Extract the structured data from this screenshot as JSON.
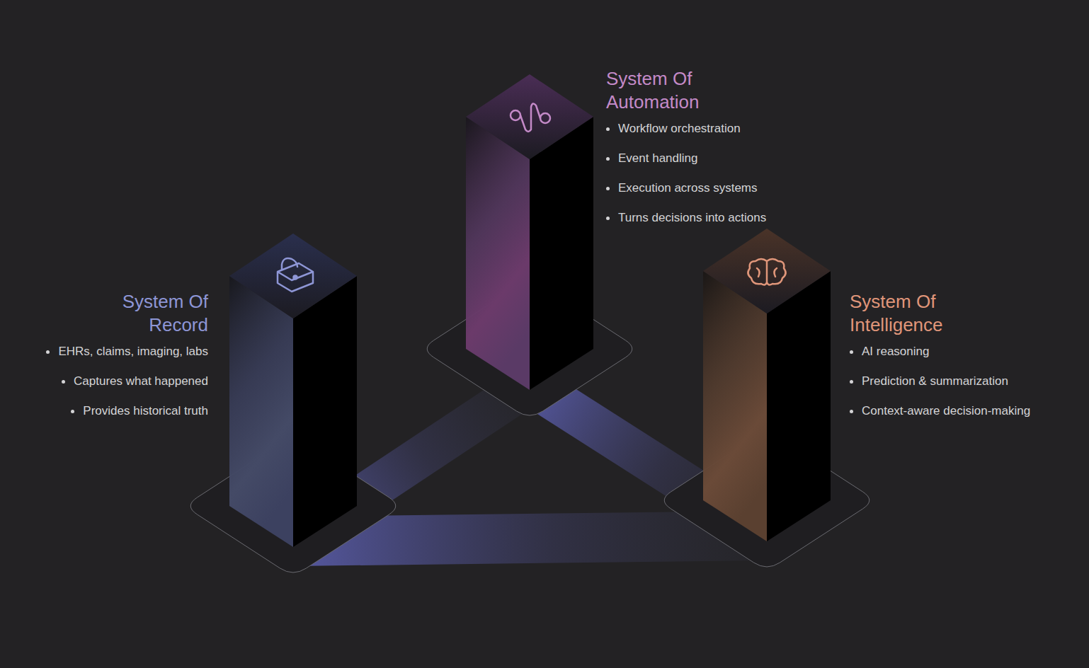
{
  "diagram": {
    "nodes": [
      {
        "text": [
          "System Of Automation",
          "Workflow orchestration",
          "Event handling",
          "Execution across systems",
          "Turns decisions into actions"
        ]
      },
      {
        "text": [
          "System Of Record",
          "EHRs, claims, imaging, labs",
          "Captures what happened",
          "Provides historical truth"
        ]
      },
      {
        "text": [
          "System Of Intelligence",
          "AI reasoning",
          "Prediction & summarization",
          "Context-aware decision-making"
        ]
      }
    ],
    "edges": [
      {
        "from": 1,
        "to": 0,
        "arrow": "none"
      },
      {
        "from": 0,
        "to": 2,
        "arrow": "none"
      },
      {
        "from": 1,
        "to": 2,
        "arrow": "none"
      }
    ]
  }
}
